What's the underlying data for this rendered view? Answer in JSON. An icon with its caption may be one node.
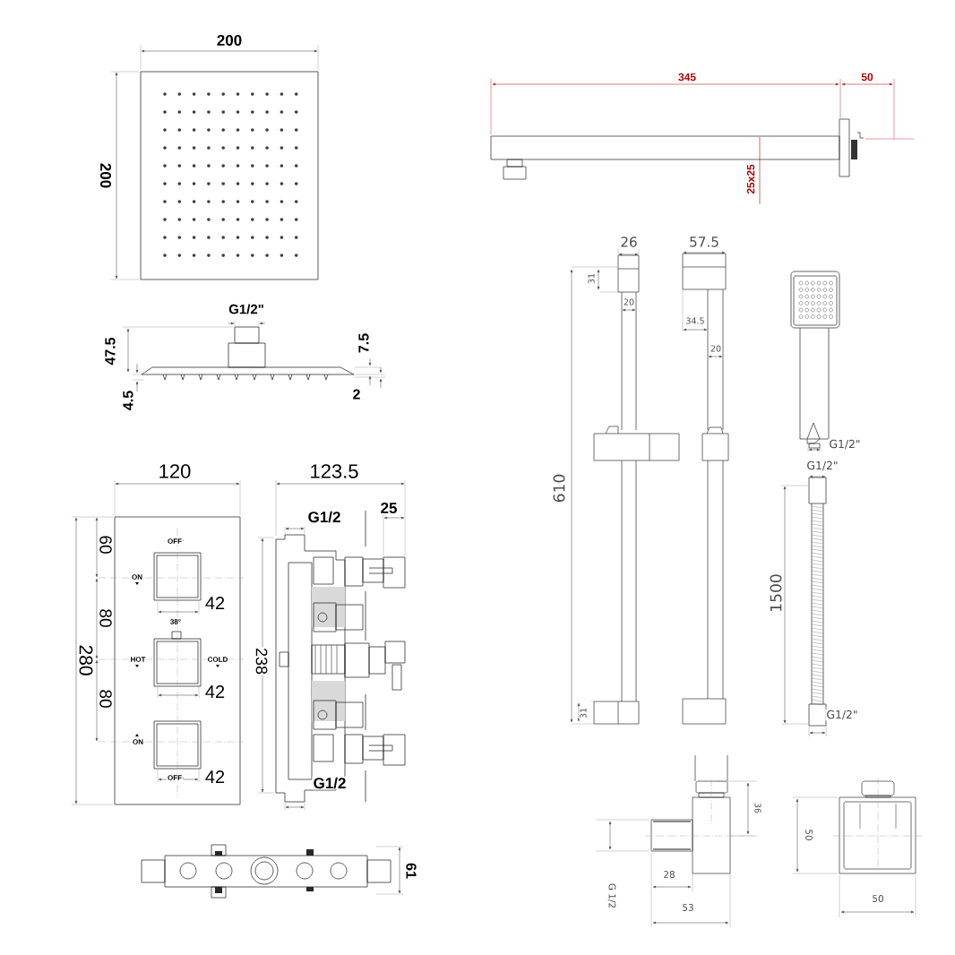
{
  "diagram": {
    "labels": [
      "200",
      "345",
      "50",
      "200",
      "25x25",
      "26",
      "57.5",
      "31",
      "20",
      "G1/2\"",
      "34.5",
      "20",
      "47.5",
      "7.5",
      "2",
      "4.5",
      "G1/2\"",
      "G1/2\"",
      "120",
      "123.5",
      "610",
      "25",
      "G1/2",
      "OFF",
      "60",
      "ON",
      "42",
      "1500",
      "38°",
      "80",
      "280",
      "HOT",
      "COLD",
      "238",
      "80",
      "42",
      "31",
      "G1/2\"",
      "ON",
      "OFF",
      "42",
      "G1/2",
      "36",
      "50",
      "61",
      "28",
      "G 1/2",
      "50",
      "53"
    ]
  }
}
